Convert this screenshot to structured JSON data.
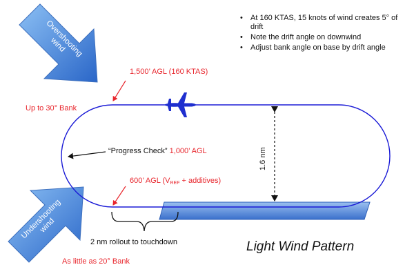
{
  "title": "Light Wind Pattern",
  "notes": [
    "At 160 KTAS, 15 knots of wind creates 5° of drift",
    "Note the drift angle on downwind",
    "Adjust bank angle on base by drift angle"
  ],
  "wind_arrows": {
    "overshooting": [
      "Overshooting",
      "wind"
    ],
    "undershooting": [
      "Undershooting",
      "wind"
    ]
  },
  "labels": {
    "downwind_altitude": "1,500’ AGL (160 KTAS)",
    "overshoot_bank": "Up to 30° Bank",
    "progress_check": "“Progress Check”",
    "progress_check_altitude": "1,000’ AGL",
    "base_altitude_prefix": "600’ AGL (V",
    "base_altitude_sub": "REF",
    "base_altitude_suffix": " + additives)",
    "rollout": "2 nm rollout to touchdown",
    "undershoot_bank": "As little as 20° Bank",
    "pattern_width": "1.6 nm"
  },
  "colors": {
    "pattern_line": "#1a1ad6",
    "aircraft": "#1f2fcf",
    "runway_top": "#8fb4ec",
    "runway_bottom": "#3d74cf",
    "wind_arrow_light": "#7fb3ef",
    "wind_arrow_dark": "#2f6fcf",
    "annotation_red": "#e8262d"
  },
  "icons": {
    "aircraft": "jet-airplane-icon",
    "runway": "runway-shape"
  }
}
